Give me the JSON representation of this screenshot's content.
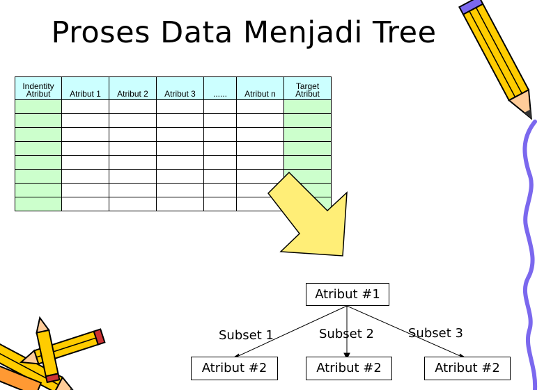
{
  "title": "Proses Data Menjadi Tree",
  "table": {
    "headers": [
      "Indentity Atribut",
      "Atribut 1",
      "Atribut 2",
      "Atribut 3",
      "......",
      "Atribut n",
      "Target Atribut"
    ],
    "row_count": 8
  },
  "tree": {
    "root": "Atribut #1",
    "subsets": [
      "Subset 1",
      "Subset 2",
      "Subset 3"
    ],
    "children": [
      "Atribut #2",
      "Atribut #2",
      "Atribut #2"
    ]
  },
  "colors": {
    "header_fill": "#ccffff",
    "identity_target_fill": "#ccffcc",
    "arrow_fill": "#ffee77",
    "pencil_body": "#ffcc00",
    "pencil_tip": "#ffcc99",
    "squiggle": "#7b68ee"
  }
}
